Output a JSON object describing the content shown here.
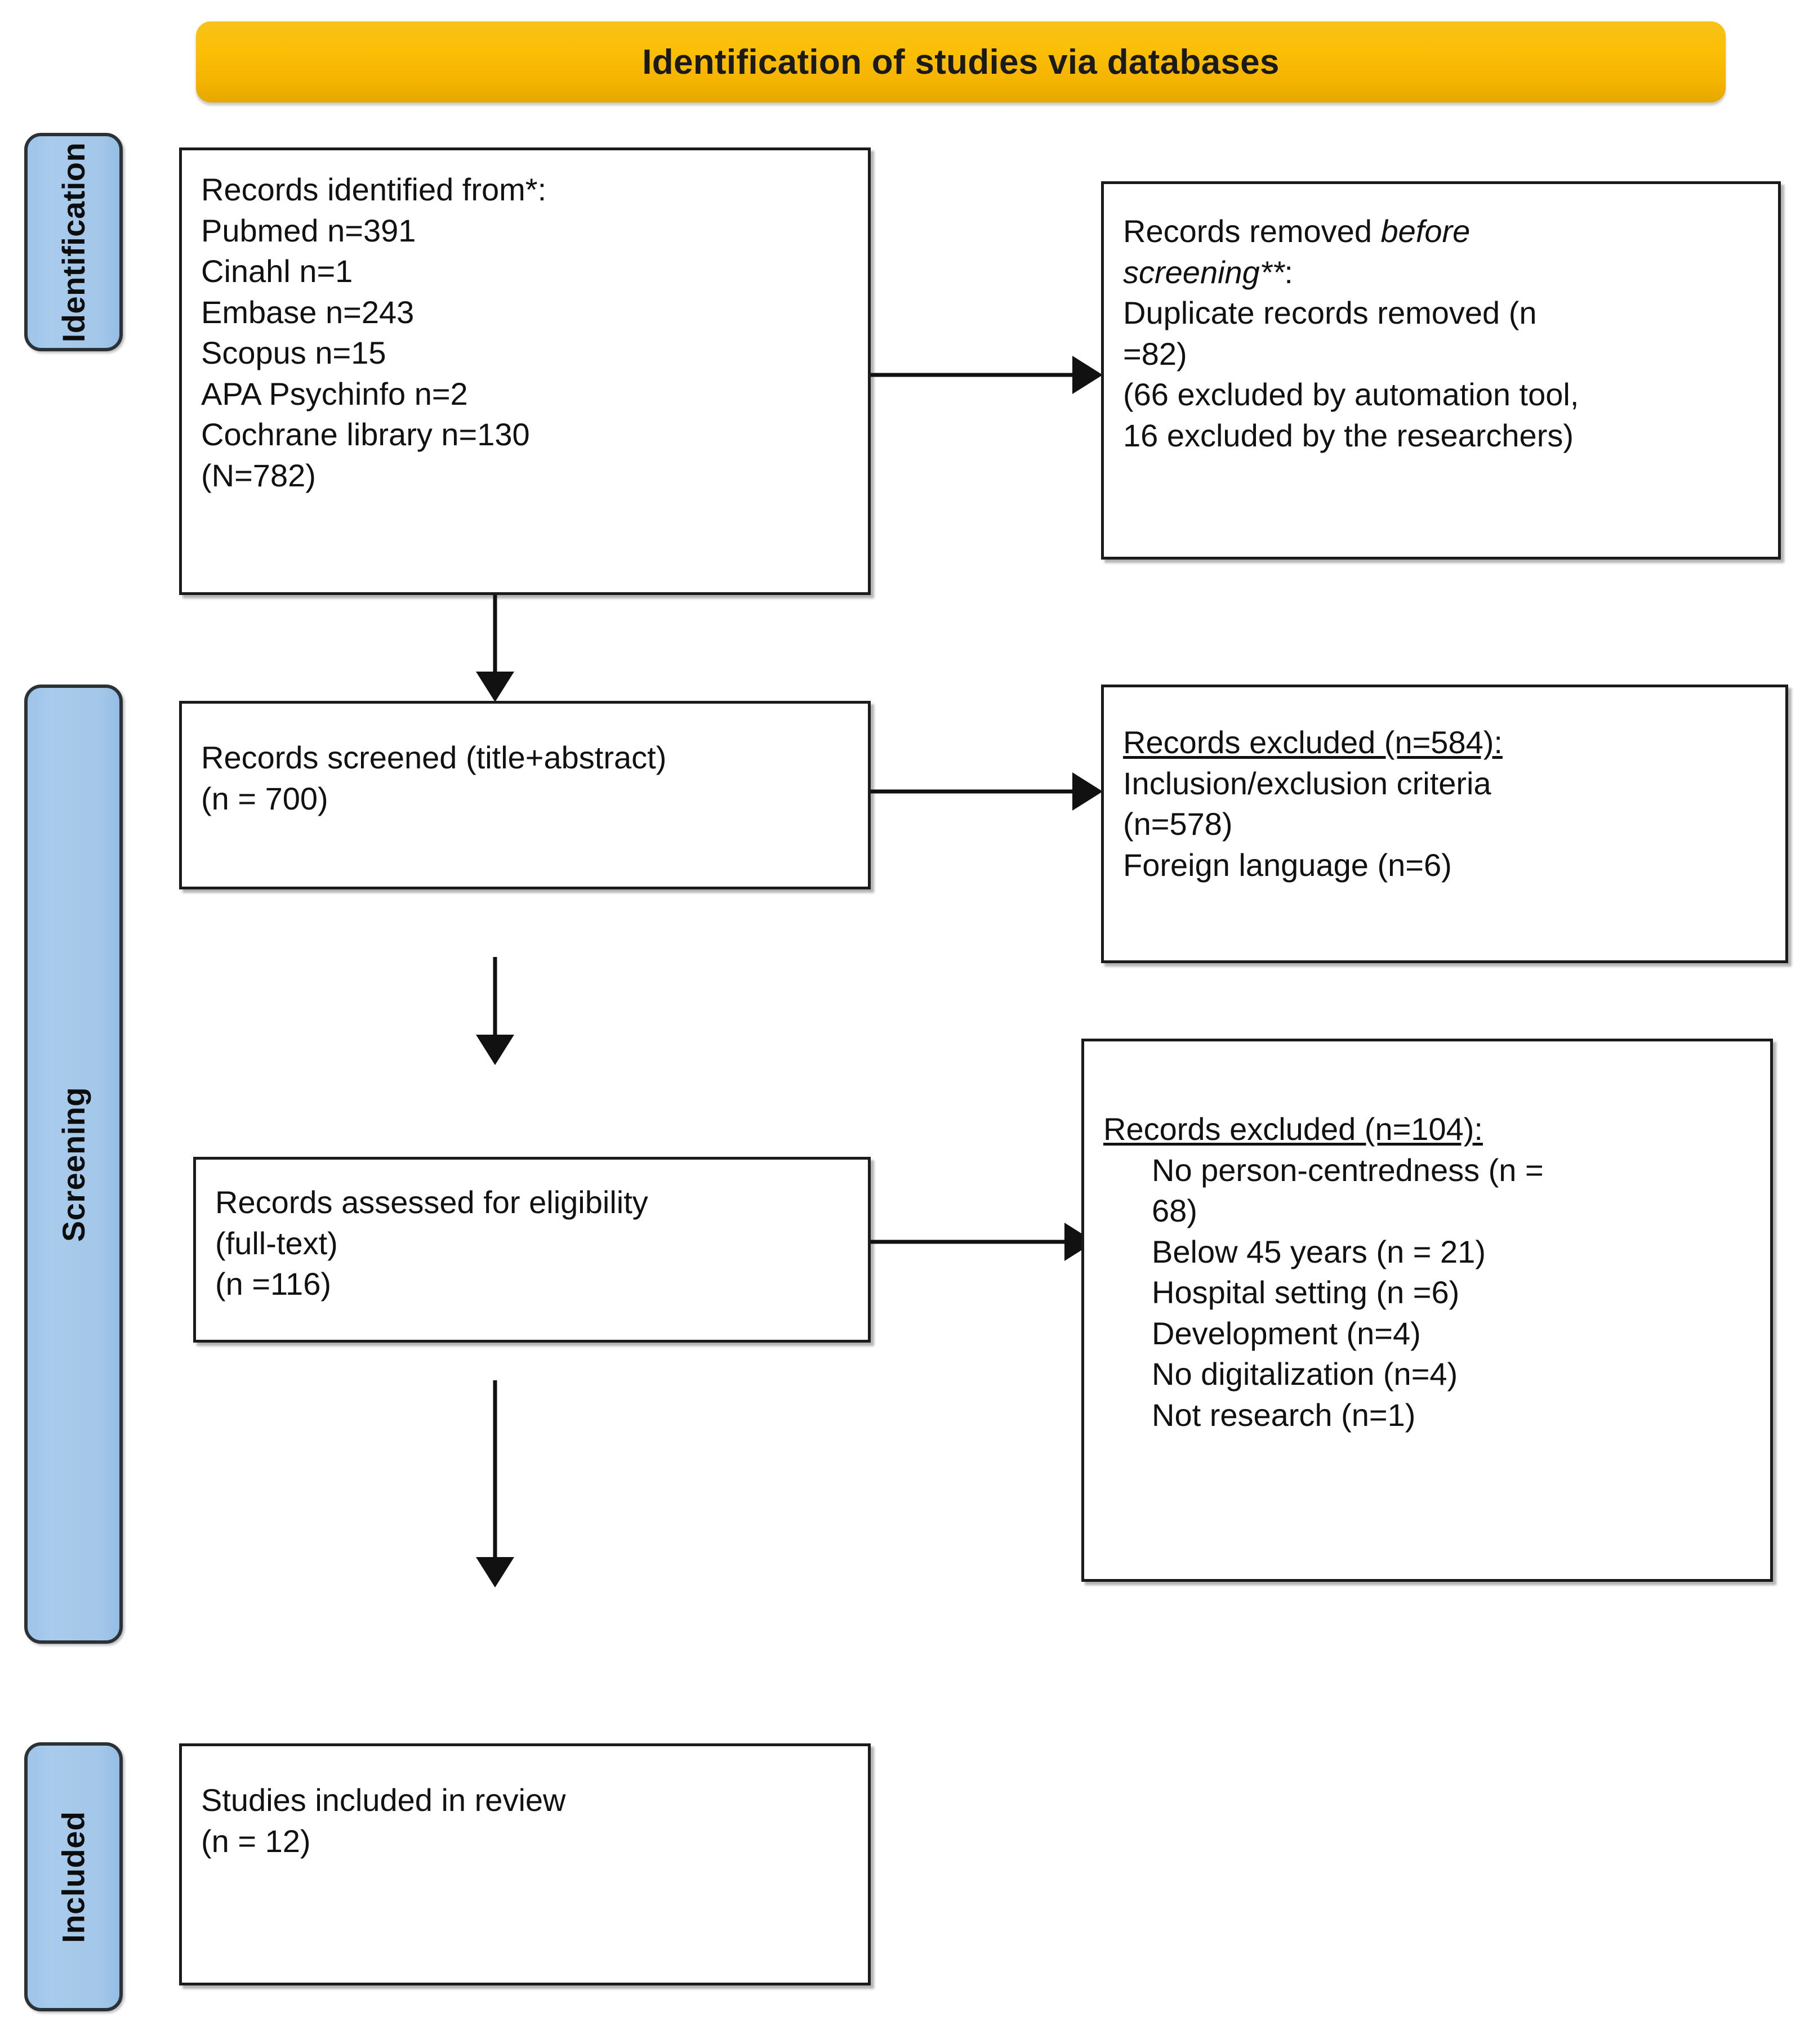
{
  "diagram": {
    "title": "Identification of studies via databases",
    "colors": {
      "banner": "#f5b800",
      "stage_bar": "#a6c8e8",
      "box_border": "#1b1b1b",
      "text": "#111111"
    },
    "stages": [
      {
        "label": "Identification"
      },
      {
        "label": "Screening"
      },
      {
        "label": "Included"
      }
    ],
    "boxes": {
      "identified": {
        "lines": [
          "Records identified from*:",
          "Pubmed n=391",
          "Cinahl n=1",
          "Embase n=243",
          "Scopus n=15",
          "APA Psychinfo n=2",
          "Cochrane library n=130",
          "(N=782)"
        ]
      },
      "removed_before_screening": {
        "line_1_plain": "Records removed ",
        "line_1_italic": "before",
        "line_2_italic": "screening**",
        "line_2_plain": ":",
        "line_3": "Duplicate records removed (n",
        "line_4": "=82)",
        "line_5": "(66 excluded by automation tool,",
        "line_6": "16 excluded by the researchers)"
      },
      "screened": {
        "lines": [
          "Records screened (title+abstract)",
          "(n = 700)"
        ]
      },
      "excluded_584": {
        "header": "Records excluded (n=584):",
        "lines": [
          "Inclusion/exclusion criteria",
          "(n=578)",
          "Foreign language (n=6)"
        ]
      },
      "eligibility": {
        "lines": [
          "Records assessed for eligibility",
          "(full-text)",
          "(n =116)"
        ]
      },
      "excluded_104": {
        "header": "Records excluded (n=104):",
        "items": [
          "No person-centredness (n =",
          "68)",
          "Below 45 years (n = 21)",
          "Hospital setting (n =6)",
          "Development (n=4)",
          "No digitalization (n=4)",
          "Not research (n=1)"
        ]
      },
      "included": {
        "lines": [
          "Studies included in review",
          "(n = 12)"
        ]
      }
    }
  }
}
